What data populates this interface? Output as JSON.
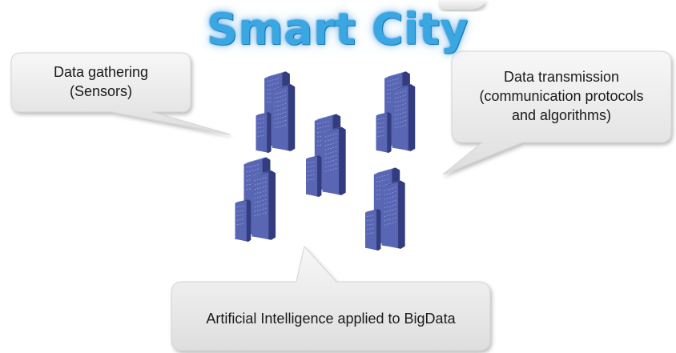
{
  "title": "Smart City",
  "bubbles": {
    "left": [
      "Data gathering",
      "(Sensors)"
    ],
    "right": [
      "Data transmission",
      "(communication protocols",
      "and algorithms)"
    ],
    "bottom": [
      "Artificial Intelligence applied to BigData"
    ]
  },
  "colors": {
    "title": "#3aa6e2",
    "bubble_fill": "#e9e9e9",
    "building_front": "#5966b4",
    "building_side": "#323c7e",
    "building_top": "#7885cc"
  },
  "icons": [
    "building-icon"
  ]
}
